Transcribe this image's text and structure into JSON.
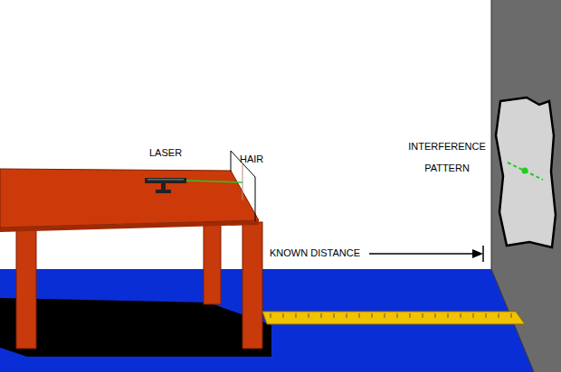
{
  "diagram": {
    "labels": [
      "LASER",
      "HAIR",
      "INTERFERENCE PATTERN",
      "KNOWN DISTANCE"
    ]
  }
}
